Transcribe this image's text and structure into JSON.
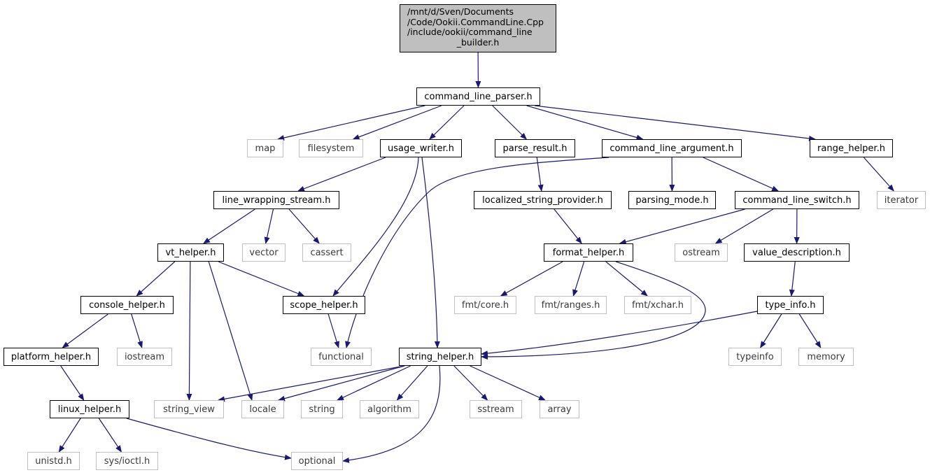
{
  "graph": {
    "edge_color": "#191970",
    "root": {
      "id": "builder",
      "lines": [
        "/mnt/d/Sven/Documents",
        "/Code/Ookii.CommandLine.Cpp",
        "/include/ookii/command_line",
        "_builder.h"
      ]
    },
    "nodes": [
      {
        "id": "command_line_parser",
        "label": "command_line_parser.h",
        "kind": "local"
      },
      {
        "id": "map",
        "label": "map",
        "kind": "system"
      },
      {
        "id": "filesystem",
        "label": "filesystem",
        "kind": "system"
      },
      {
        "id": "usage_writer",
        "label": "usage_writer.h",
        "kind": "local"
      },
      {
        "id": "parse_result",
        "label": "parse_result.h",
        "kind": "local"
      },
      {
        "id": "command_line_argument",
        "label": "command_line_argument.h",
        "kind": "local"
      },
      {
        "id": "range_helper",
        "label": "range_helper.h",
        "kind": "local"
      },
      {
        "id": "line_wrapping_stream",
        "label": "line_wrapping_stream.h",
        "kind": "local"
      },
      {
        "id": "localized_string_provider",
        "label": "localized_string_provider.h",
        "kind": "local"
      },
      {
        "id": "parsing_mode",
        "label": "parsing_mode.h",
        "kind": "local"
      },
      {
        "id": "command_line_switch",
        "label": "command_line_switch.h",
        "kind": "local"
      },
      {
        "id": "iterator",
        "label": "iterator",
        "kind": "system"
      },
      {
        "id": "vt_helper",
        "label": "vt_helper.h",
        "kind": "local"
      },
      {
        "id": "vector",
        "label": "vector",
        "kind": "system"
      },
      {
        "id": "cassert",
        "label": "cassert",
        "kind": "system"
      },
      {
        "id": "format_helper",
        "label": "format_helper.h",
        "kind": "local"
      },
      {
        "id": "ostream",
        "label": "ostream",
        "kind": "system"
      },
      {
        "id": "value_description",
        "label": "value_description.h",
        "kind": "local"
      },
      {
        "id": "console_helper",
        "label": "console_helper.h",
        "kind": "local"
      },
      {
        "id": "scope_helper",
        "label": "scope_helper.h",
        "kind": "local"
      },
      {
        "id": "fmt_core",
        "label": "fmt/core.h",
        "kind": "system"
      },
      {
        "id": "fmt_ranges",
        "label": "fmt/ranges.h",
        "kind": "system"
      },
      {
        "id": "fmt_xchar",
        "label": "fmt/xchar.h",
        "kind": "system"
      },
      {
        "id": "type_info",
        "label": "type_info.h",
        "kind": "local"
      },
      {
        "id": "platform_helper",
        "label": "platform_helper.h",
        "kind": "local"
      },
      {
        "id": "iostream",
        "label": "iostream",
        "kind": "system"
      },
      {
        "id": "functional",
        "label": "functional",
        "kind": "system"
      },
      {
        "id": "string_helper",
        "label": "string_helper.h",
        "kind": "local"
      },
      {
        "id": "typeinfo",
        "label": "typeinfo",
        "kind": "system"
      },
      {
        "id": "memory",
        "label": "memory",
        "kind": "system"
      },
      {
        "id": "linux_helper",
        "label": "linux_helper.h",
        "kind": "local"
      },
      {
        "id": "string_view",
        "label": "string_view",
        "kind": "system"
      },
      {
        "id": "locale",
        "label": "locale",
        "kind": "system"
      },
      {
        "id": "string",
        "label": "string",
        "kind": "system"
      },
      {
        "id": "algorithm",
        "label": "algorithm",
        "kind": "system"
      },
      {
        "id": "sstream",
        "label": "sstream",
        "kind": "system"
      },
      {
        "id": "array",
        "label": "array",
        "kind": "system"
      },
      {
        "id": "unistd",
        "label": "unistd.h",
        "kind": "system"
      },
      {
        "id": "sys_ioctl",
        "label": "sys/ioctl.h",
        "kind": "system"
      },
      {
        "id": "optional",
        "label": "optional",
        "kind": "system"
      }
    ],
    "edges": [
      [
        "builder",
        "command_line_parser"
      ],
      [
        "command_line_parser",
        "map"
      ],
      [
        "command_line_parser",
        "filesystem"
      ],
      [
        "command_line_parser",
        "usage_writer"
      ],
      [
        "command_line_parser",
        "parse_result"
      ],
      [
        "command_line_parser",
        "command_line_argument"
      ],
      [
        "command_line_parser",
        "range_helper"
      ],
      [
        "usage_writer",
        "line_wrapping_stream"
      ],
      [
        "usage_writer",
        "scope_helper"
      ],
      [
        "usage_writer",
        "string_helper"
      ],
      [
        "parse_result",
        "localized_string_provider"
      ],
      [
        "command_line_argument",
        "functional"
      ],
      [
        "command_line_argument",
        "parsing_mode"
      ],
      [
        "command_line_argument",
        "command_line_switch"
      ],
      [
        "range_helper",
        "iterator"
      ],
      [
        "line_wrapping_stream",
        "vt_helper"
      ],
      [
        "line_wrapping_stream",
        "vector"
      ],
      [
        "line_wrapping_stream",
        "cassert"
      ],
      [
        "localized_string_provider",
        "format_helper"
      ],
      [
        "command_line_switch",
        "format_helper"
      ],
      [
        "command_line_switch",
        "ostream"
      ],
      [
        "command_line_switch",
        "value_description"
      ],
      [
        "vt_helper",
        "console_helper"
      ],
      [
        "vt_helper",
        "scope_helper"
      ],
      [
        "vt_helper",
        "string_view"
      ],
      [
        "vt_helper",
        "locale"
      ],
      [
        "format_helper",
        "fmt_core"
      ],
      [
        "format_helper",
        "fmt_ranges"
      ],
      [
        "format_helper",
        "fmt_xchar"
      ],
      [
        "format_helper",
        "string_helper"
      ],
      [
        "value_description",
        "type_info"
      ],
      [
        "console_helper",
        "platform_helper"
      ],
      [
        "console_helper",
        "iostream"
      ],
      [
        "scope_helper",
        "functional"
      ],
      [
        "type_info",
        "string_helper"
      ],
      [
        "type_info",
        "typeinfo"
      ],
      [
        "type_info",
        "memory"
      ],
      [
        "platform_helper",
        "linux_helper"
      ],
      [
        "linux_helper",
        "unistd"
      ],
      [
        "linux_helper",
        "sys_ioctl"
      ],
      [
        "linux_helper",
        "optional"
      ],
      [
        "string_helper",
        "string_view"
      ],
      [
        "string_helper",
        "locale"
      ],
      [
        "string_helper",
        "string"
      ],
      [
        "string_helper",
        "algorithm"
      ],
      [
        "string_helper",
        "sstream"
      ],
      [
        "string_helper",
        "array"
      ],
      [
        "string_helper",
        "optional"
      ]
    ]
  }
}
